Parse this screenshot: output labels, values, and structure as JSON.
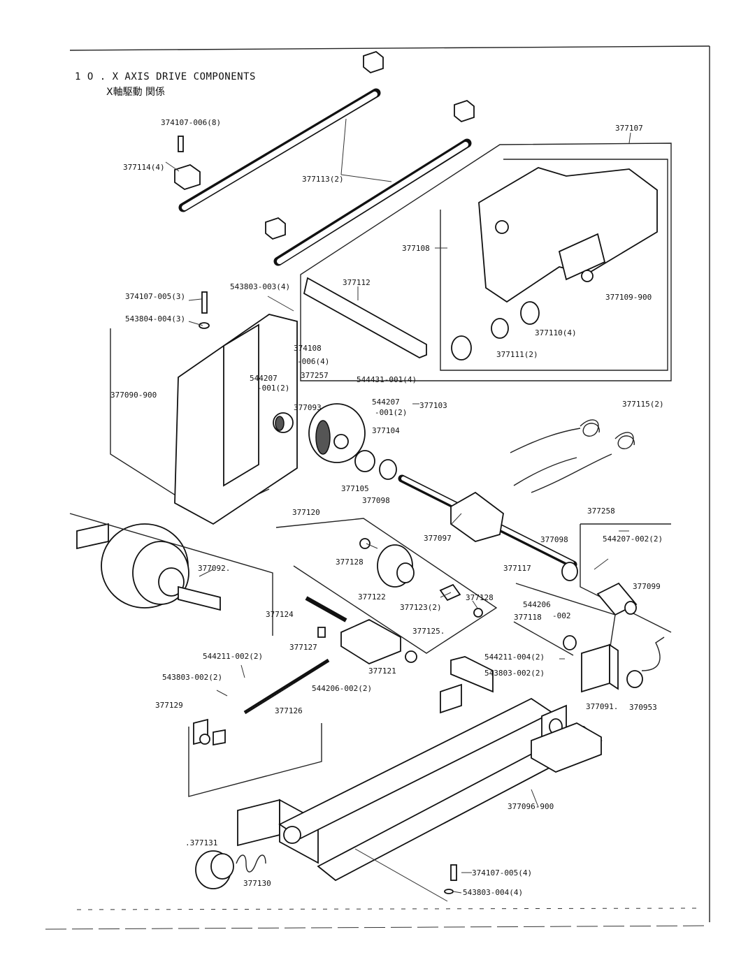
{
  "title": "1 O . X AXIS DRIVE COMPONENTS",
  "subtitle": "X軸駆動 関係",
  "parts": {
    "p374107_006_8": "374107-006(8)",
    "p377114_4": "377114(4)",
    "p377113_2": "377113(2)",
    "p377107": "377107",
    "p377108": "377108",
    "p377112": "377112",
    "p543803_003_4": "543803-003(4)",
    "p374107_005_3": "374107-005(3)",
    "p543804_004_3": "543804-004(3)",
    "p374108_a": "374108",
    "p374108_b": "-006(4)",
    "p377109_900": "377109-900",
    "p377110_4": "377110(4)",
    "p377111_2": "377111(2)",
    "p544431_001_4": "544431-001(4)",
    "p544207_a": "544207",
    "p544207_b": "-001(2)",
    "p377257": "377257",
    "p377093": "377093",
    "p544207_c": "544207",
    "p544207_d": "-001(2)",
    "p377103": "377103",
    "p377104": "377104",
    "p377090_900": "377090-900",
    "p377115_2": "377115(2)",
    "p377105": "377105",
    "p377098_a": "377098",
    "p377120": "377120",
    "p377258": "377258",
    "p377097": "377097",
    "p377098_b": "377098",
    "p544207_002_2": "544207-002(2)",
    "p377128_a": "377128",
    "p377092": "377092.",
    "p377117": "377117",
    "p377099": "377099",
    "p377122": "377122",
    "p377123_2": "377123(2)",
    "p377128_b": "377128",
    "p544206_a": "544206",
    "p377118": "377118",
    "p002": "-002",
    "p377124": "377124",
    "p377127": "377127",
    "p377125": "377125.",
    "p544211_002_2": "544211-002(2)",
    "p544211_004_2": "544211-004(2)",
    "p543803_002_2_a": "543803-002(2)",
    "p543803_002_2_b": "543803-002(2)",
    "p377121": "377121",
    "p544206_002_2": "544206-002(2)",
    "p377129": "377129",
    "p377126": "377126",
    "p377091": "377091.",
    "p370953": "370953",
    "p377096_900": "377096-900",
    "p377131": ".377131",
    "p377130": "377130",
    "p374107_005_4": "374107-005(4)",
    "p543803_004_4": "543803-004(4)"
  }
}
